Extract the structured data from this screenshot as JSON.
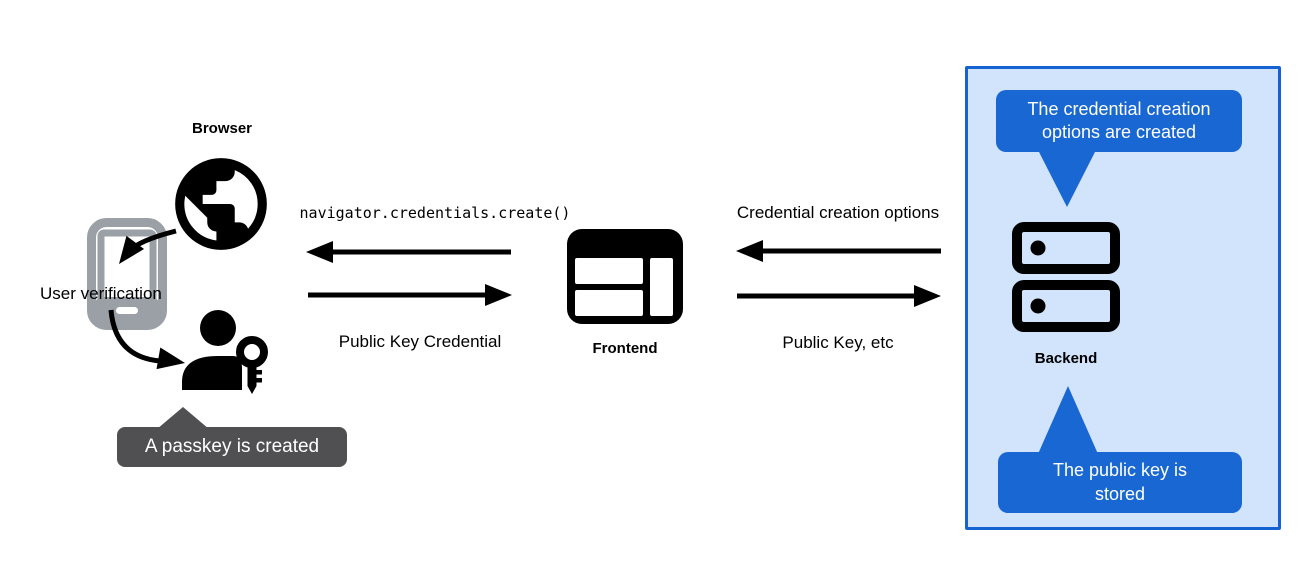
{
  "browser": {
    "label": "Browser"
  },
  "authenticator": {
    "user_verification_label": "User verification",
    "passkey_tooltip": "A passkey is created"
  },
  "frontend": {
    "label": "Frontend"
  },
  "backend": {
    "label": "Backend",
    "callout_top": "The credential creation\noptions are created",
    "callout_bottom": "The public key is\nstored"
  },
  "arrows": {
    "frontend_to_browser": "navigator.credentials.create()",
    "browser_to_frontend": "Public Key Credential",
    "backend_to_frontend": "Credential creation options",
    "frontend_to_backend": "Public Key, etc"
  },
  "icons": {
    "globe": "globe-icon",
    "phone": "smartphone-icon",
    "passkey": "person-with-key-icon",
    "frontend": "browser-window-icon",
    "backend": "server-stack-icon"
  },
  "colors": {
    "panel_fill": "#d2e3fc",
    "panel_border": "#1563d2",
    "callout_blue": "#1967d2",
    "tooltip_gray": "#505052",
    "phone_gray": "#9aa0a6",
    "ink": "#000000"
  }
}
